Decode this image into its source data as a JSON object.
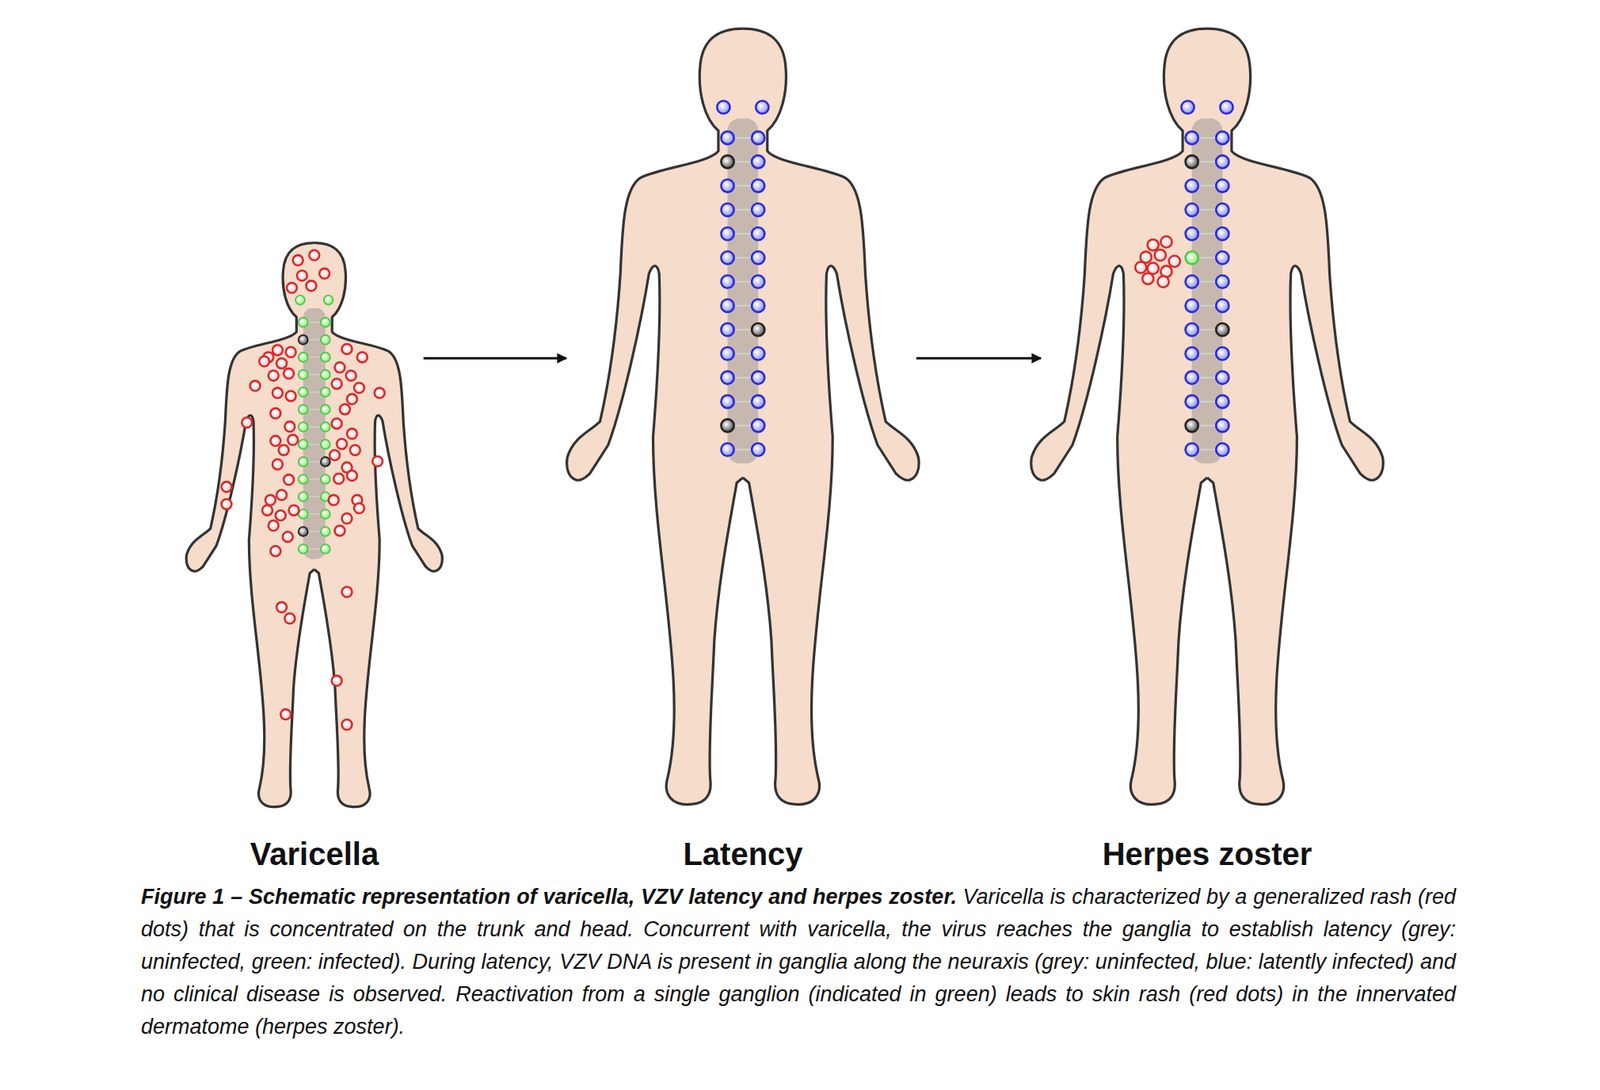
{
  "diagram": {
    "title": "Figure 1 – Schematic representation of varicella, VZV latency and herpes zoster.",
    "caption": "Varicella is characterized by a generalized rash (red dots) that is concentrated on the trunk and head. Concurrent with varicella, the virus reaches the ganglia to establish latency (grey: uninfected, green: infected). During latency, VZV DNA is present in ganglia along the neuraxis (grey: uninfected, blue: latently infected) and no clinical disease is observed. Reactivation from a single ganglion (indicated in green) leads to skin rash (red dots) in the innervated dermatome (herpes zoster).",
    "labels": [
      "Varicella",
      "Latency",
      "Herpes zoster"
    ]
  }
}
